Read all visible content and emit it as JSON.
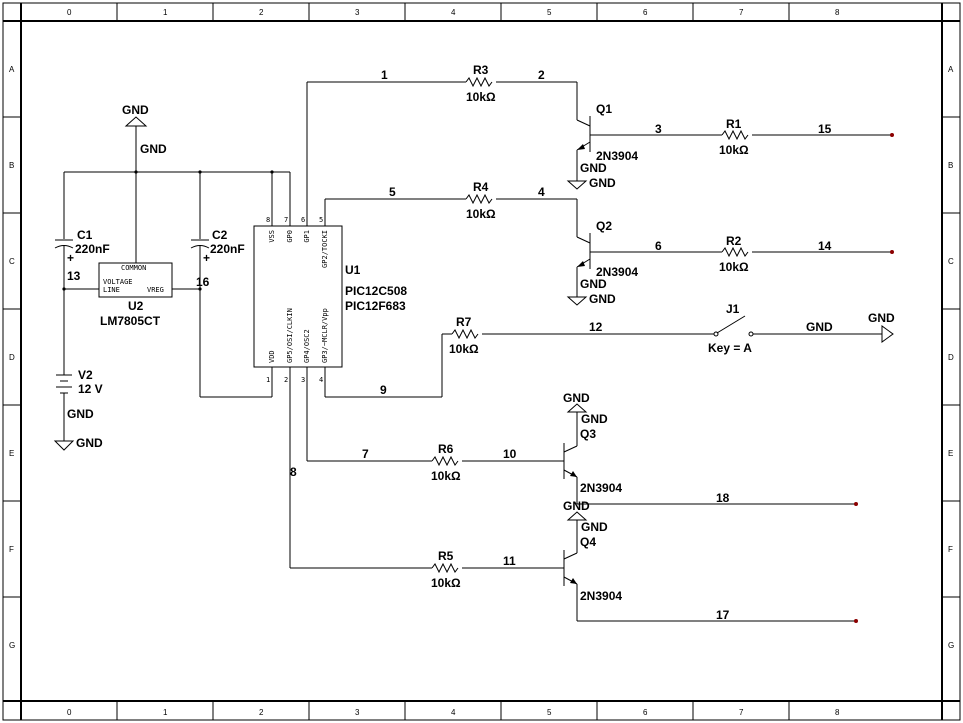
{
  "border": {
    "columns": [
      "0",
      "1",
      "2",
      "3",
      "4",
      "5",
      "6",
      "7",
      "8"
    ],
    "rows": [
      "A",
      "B",
      "C",
      "D",
      "E",
      "F",
      "G"
    ]
  },
  "components": {
    "U1": {
      "ref": "U1",
      "part1": "PIC12C508",
      "part2": "PIC12F683",
      "pins_top": [
        {
          "num": "8",
          "name": "VSS"
        },
        {
          "num": "7",
          "name": "GP0"
        },
        {
          "num": "6",
          "name": "GP1"
        },
        {
          "num": "5",
          "name": "GP2/TOCKI"
        }
      ],
      "pins_bottom": [
        {
          "num": "1",
          "name": "VDD"
        },
        {
          "num": "2",
          "name": "GP5/OSI/CLKIN"
        },
        {
          "num": "3",
          "name": "GP4/OSC2"
        },
        {
          "num": "4",
          "name": "GP3/~MCLR/Vpp"
        }
      ]
    },
    "U2": {
      "ref": "U2",
      "part": "LM7805CT",
      "pin_common": "COMMON",
      "pin_line": "VOLTAGE LINE",
      "pin_vreg": "VREG"
    },
    "C1": {
      "ref": "C1",
      "value": "220nF"
    },
    "C2": {
      "ref": "C2",
      "value": "220nF"
    },
    "V2": {
      "ref": "V2",
      "value": "12 V"
    },
    "R1": {
      "ref": "R1",
      "value": "10kΩ"
    },
    "R2": {
      "ref": "R2",
      "value": "10kΩ"
    },
    "R3": {
      "ref": "R3",
      "value": "10kΩ"
    },
    "R4": {
      "ref": "R4",
      "value": "10kΩ"
    },
    "R5": {
      "ref": "R5",
      "value": "10kΩ"
    },
    "R6": {
      "ref": "R6",
      "value": "10kΩ"
    },
    "R7": {
      "ref": "R7",
      "value": "10kΩ"
    },
    "Q1": {
      "ref": "Q1",
      "part": "2N3904"
    },
    "Q2": {
      "ref": "Q2",
      "part": "2N3904"
    },
    "Q3": {
      "ref": "Q3",
      "part": "2N3904"
    },
    "Q4": {
      "ref": "Q4",
      "part": "2N3904"
    },
    "J1": {
      "ref": "J1",
      "key": "Key = A"
    }
  },
  "gnd_label": "GND",
  "plus": "+",
  "nets": {
    "n1": "1",
    "n2": "2",
    "n3": "3",
    "n4": "4",
    "n5": "5",
    "n6": "6",
    "n7": "7",
    "n8": "8",
    "n9": "9",
    "n10": "10",
    "n11": "11",
    "n12": "12",
    "n13": "13",
    "n14": "14",
    "n15": "15",
    "n16": "16",
    "n17": "17",
    "n18": "18"
  }
}
